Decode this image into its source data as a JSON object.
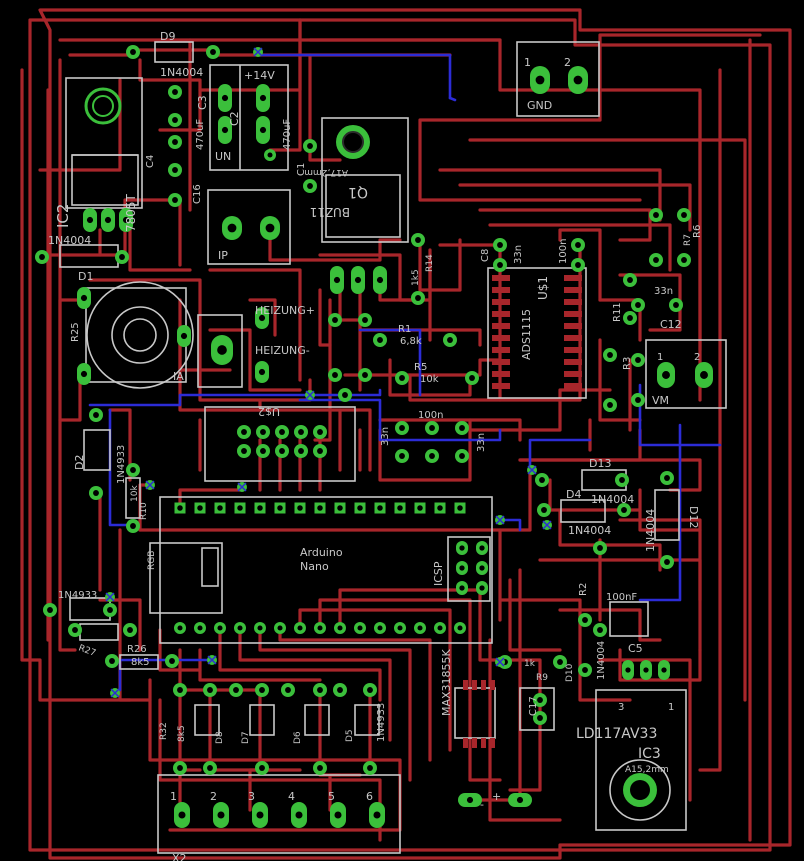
{
  "board": {
    "background": "#000000",
    "trace_color": "#a8262b",
    "bottom_trace_color": "#2c2cd6",
    "pad_color": "#3bbf3b",
    "silk_color": "#c8c8c8"
  },
  "labels": {
    "d9": "D9",
    "d9_value": "1N4004",
    "c3": "C3",
    "plus14v": "+14V",
    "c3_value": "470uF",
    "c2_value": "470uF",
    "un": "UN",
    "c2": "C2",
    "ic2": "IC2",
    "ic2_value": "7805T",
    "c4": "C4",
    "c16": "C16",
    "c1": "C1",
    "ip": "IP",
    "gnd": "GND",
    "q1": "Q1",
    "q1_value": "BUZ11",
    "a17": "A17,2mm",
    "d1_value": "1N4004",
    "d1": "D1",
    "r25": "R25",
    "ia": "IA",
    "heizung_plus": "HEIZUNG+",
    "heizung_minus": "HEIZUNG-",
    "r14": "R14",
    "r14_value": "1k5",
    "r1": "R1",
    "r1_value": "6,8k",
    "r5": "R5",
    "r5_value": "10k",
    "u1": "U$1",
    "u1_value": "ADS1115",
    "c8": "C8",
    "c8_value": "33n",
    "c10_value": "100n",
    "c11_value": "100n",
    "r6": "R6",
    "r7": "R7",
    "r11": "R11",
    "c12": "C12",
    "c12_value": "33n",
    "r3": "R3",
    "vm": "VM",
    "d2": "D2",
    "d2_value": "1N4933",
    "u2": "U$2",
    "c33n_a": "33n",
    "c33n_b": "33n",
    "c100n": "100n",
    "d13": "D13",
    "d13_value": "1N4004",
    "d4": "D4",
    "d4_value": "1N4004",
    "d12": "D12",
    "d12_value": "1N4004",
    "r10": "R10",
    "r10_value": "10k",
    "arduino_line1": "Arduino",
    "arduino_line2": "Nano",
    "icsp": "ICSP",
    "rgb": "RGB",
    "d3_value": "1N4933",
    "r2": "R2",
    "c100nf": "100nF",
    "c5": "C5",
    "r27": "R27",
    "r26": "R26",
    "r26_value": "8k5",
    "max": "MAX31855K",
    "r9": "R9",
    "r9_value": "1k",
    "d10": "D10",
    "d10_value": "1N4004",
    "c17": "C17",
    "ldo": "LD117AV33",
    "ic3": "IC3",
    "a15": "A15,2mm",
    "r32": "R32",
    "r32_value": "8k5",
    "d8": "D8",
    "d7": "D7",
    "d6": "D6",
    "d5": "D5",
    "d5_value": "1N4933",
    "x2": "X2",
    "pins": [
      "1",
      "2",
      "3",
      "4",
      "5",
      "6"
    ],
    "tc_plus": "+",
    "tc_minus": "-",
    "pin1": "1",
    "pin2": "2",
    "pin3": "3"
  }
}
